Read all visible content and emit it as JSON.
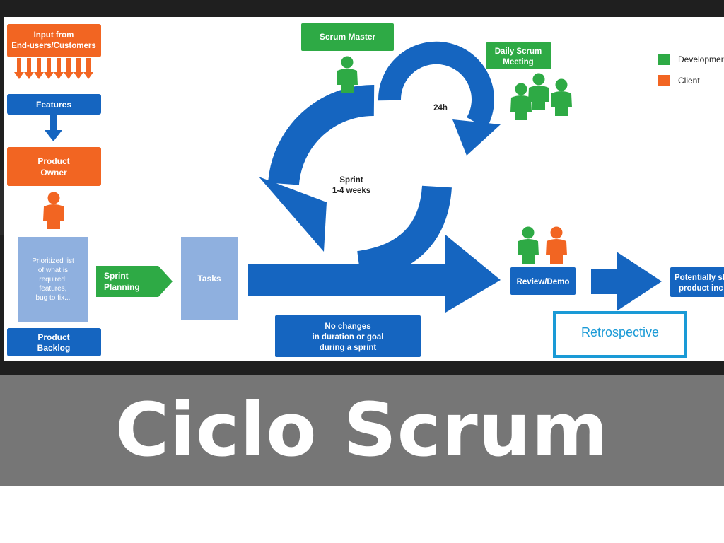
{
  "colors": {
    "blue": "#1565c0",
    "light_blue": "#8fb0df",
    "green": "#2eaa45",
    "orange": "#f26522",
    "frame": "#1f1f1f",
    "title_band": "#767676",
    "retro_border": "#1a9ad6",
    "retro_text": "#1a9ad6"
  },
  "icons": [
    "person-icon",
    "arrow-right-icon",
    "arrow-down-icon",
    "cycle-arrow-icon"
  ],
  "diagram": {
    "input": {
      "line1": "Input from",
      "line2": "End-users/Customers"
    },
    "features": "Features",
    "product_owner": {
      "line1": "Product",
      "line2": "Owner"
    },
    "prioritized": {
      "line1": "Prioritized list",
      "line2": "of what is",
      "line3": "required:",
      "line4": "features,",
      "line5": "bug to fix..."
    },
    "product_backlog": {
      "line1": "Product",
      "line2": "Backlog"
    },
    "sprint_planning": {
      "line1": "Sprint",
      "line2": "Planning"
    },
    "tasks": "Tasks",
    "scrum_master": "Scrum Master",
    "daily_scrum": {
      "line1": "Daily Scrum",
      "line2": "Meeting"
    },
    "label_24h": "24h",
    "sprint": {
      "line1": "Sprint",
      "line2": "1-4 weeks"
    },
    "no_changes": {
      "line1": "No changes",
      "line2": "in duration or goal",
      "line3": "during a sprint"
    },
    "review": "Review/Demo",
    "retrospective": "Retrospective",
    "potentially": {
      "line1": "Potentially sh",
      "line2": "product inc"
    },
    "legend": {
      "development": "Developmer",
      "client": "Client"
    }
  },
  "title": "Ciclo Scrum"
}
